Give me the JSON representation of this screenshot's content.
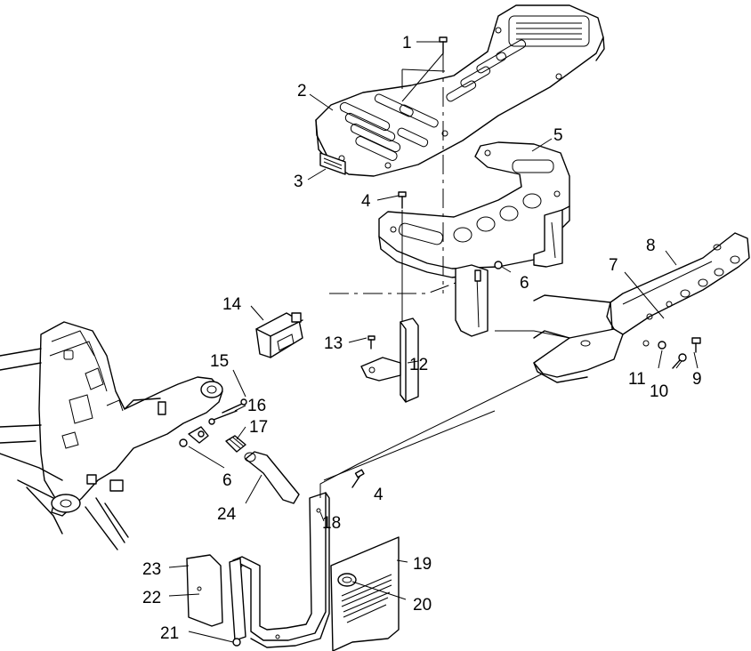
{
  "callouts": [
    {
      "id": "c1",
      "text": "1"
    },
    {
      "id": "c2",
      "text": "2"
    },
    {
      "id": "c3",
      "text": "3"
    },
    {
      "id": "c4a",
      "text": "4"
    },
    {
      "id": "c4b",
      "text": "4"
    },
    {
      "id": "c5",
      "text": "5"
    },
    {
      "id": "c6a",
      "text": "6"
    },
    {
      "id": "c6b",
      "text": "6"
    },
    {
      "id": "c7",
      "text": "7"
    },
    {
      "id": "c8",
      "text": "8"
    },
    {
      "id": "c9",
      "text": "9"
    },
    {
      "id": "c10",
      "text": "10"
    },
    {
      "id": "c11",
      "text": "11"
    },
    {
      "id": "c12",
      "text": "12"
    },
    {
      "id": "c13",
      "text": "13"
    },
    {
      "id": "c14",
      "text": "14"
    },
    {
      "id": "c15",
      "text": "15"
    },
    {
      "id": "c16",
      "text": "16"
    },
    {
      "id": "c17",
      "text": "17"
    },
    {
      "id": "c18",
      "text": "18"
    },
    {
      "id": "c19",
      "text": "19"
    },
    {
      "id": "c20",
      "text": "20"
    },
    {
      "id": "c21",
      "text": "21"
    },
    {
      "id": "c22",
      "text": "22"
    },
    {
      "id": "c23",
      "text": "23"
    },
    {
      "id": "c24",
      "text": "24"
    }
  ]
}
